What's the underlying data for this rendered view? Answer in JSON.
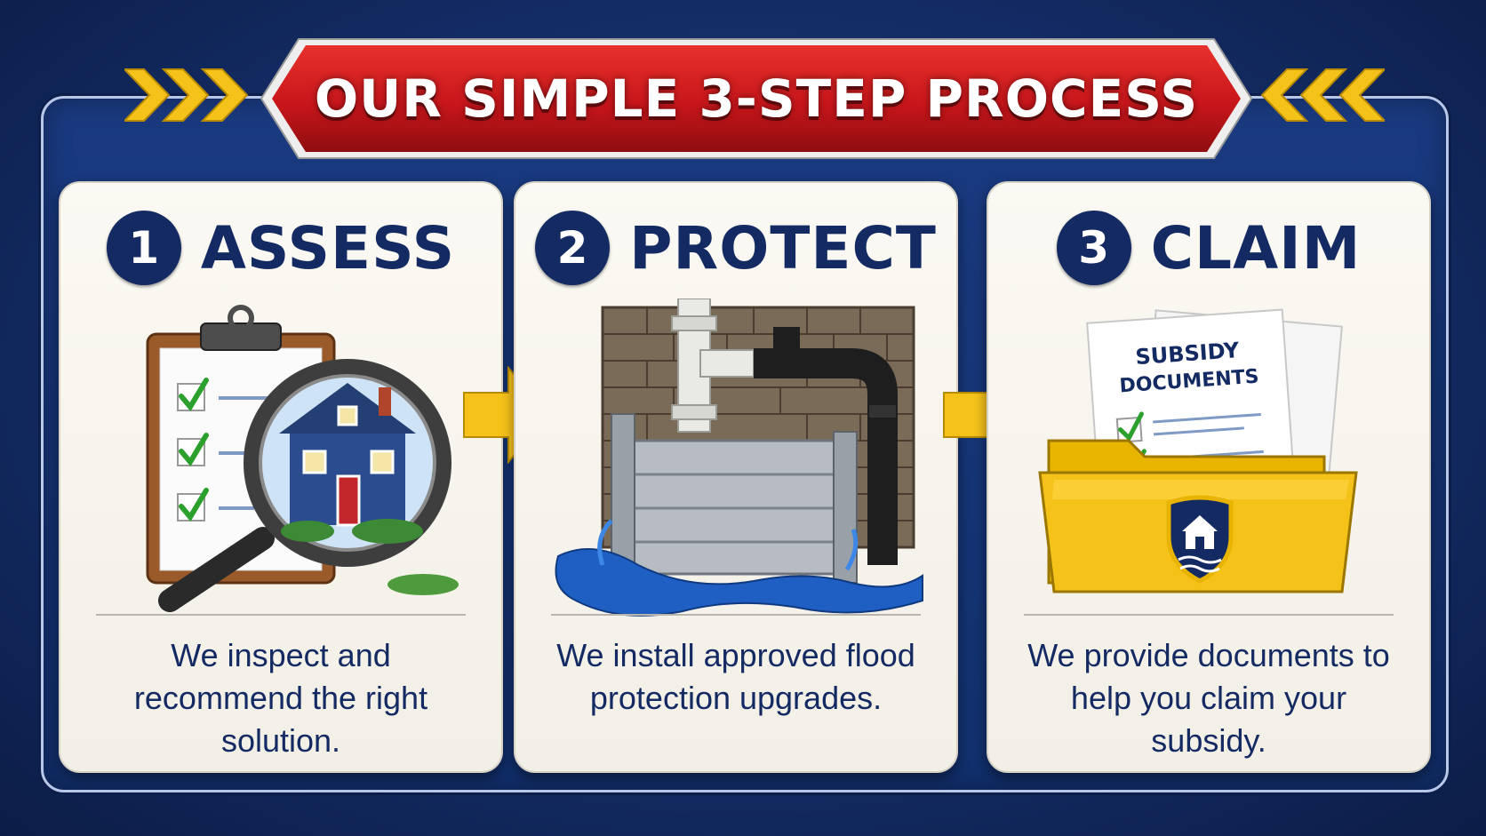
{
  "banner": {
    "title": "OUR SIMPLE 3-STEP PROCESS"
  },
  "steps": [
    {
      "number": "1",
      "title": "ASSESS",
      "description": "We inspect and recommend the right solution."
    },
    {
      "number": "2",
      "title": "PROTECT",
      "description": "We install approved flood protection upgrades."
    },
    {
      "number": "3",
      "title": "CLAIM",
      "description": "We provide documents to help you claim your subsidy."
    }
  ],
  "documents": {
    "heading_line1": "SUBSIDY",
    "heading_line2": "DOCUMENTS"
  },
  "colors": {
    "navy": "#142a63",
    "banner_red": "#c8161b",
    "accent_yellow": "#f5c21a",
    "card_bg": "#f7f5ee",
    "check_green": "#2ca02c",
    "water_blue": "#1f5fc4"
  },
  "icons": [
    "chevron-right-icon",
    "chevron-left-icon",
    "arrow-right-icon",
    "clipboard-icon",
    "magnifier-icon",
    "house-icon",
    "flood-barrier-icon",
    "folder-icon",
    "shield-house-icon",
    "checkmark-icon"
  ]
}
